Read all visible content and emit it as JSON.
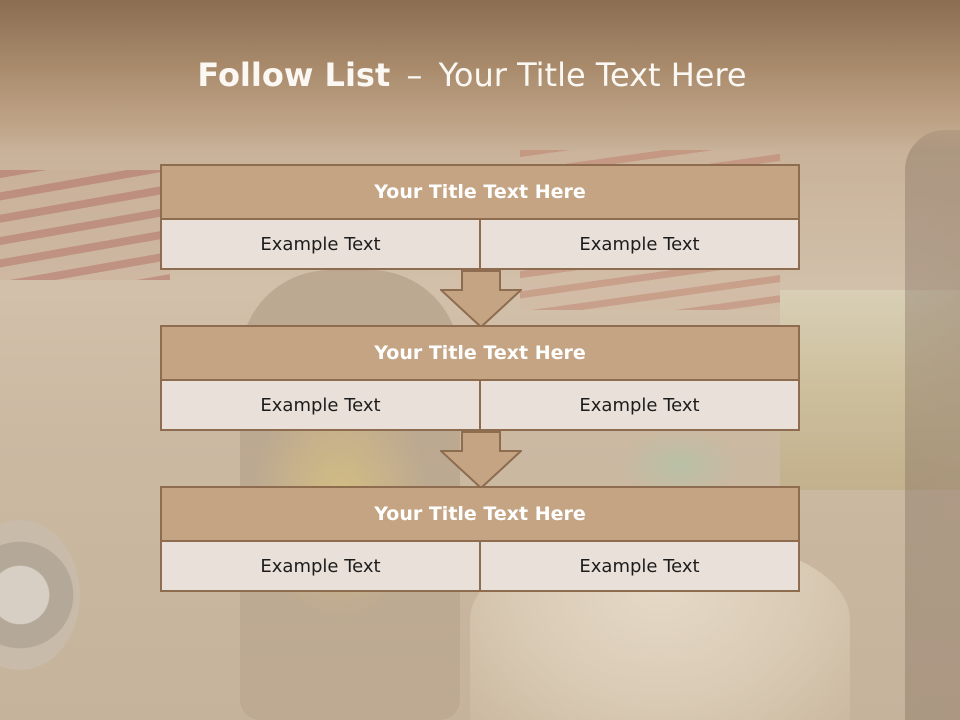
{
  "slide": {
    "title_bold": "Follow List",
    "title_separator": "–",
    "title_rest": "Your Title Text Here"
  },
  "blocks": [
    {
      "title": "Your Title Text Here",
      "left": "Example Text",
      "right": "Example Text"
    },
    {
      "title": "Your Title Text Here",
      "left": "Example Text",
      "right": "Example Text"
    },
    {
      "title": "Your Title Text Here",
      "left": "Example Text",
      "right": "Example Text"
    }
  ],
  "colors": {
    "title_band": "#a98b6c",
    "block_header": "#c4a483",
    "block_border": "#8d6c4f",
    "cell_fill": "#e9e0d9",
    "arrow_fill": "#c4a483"
  },
  "icons": [
    "down-arrow-icon"
  ]
}
